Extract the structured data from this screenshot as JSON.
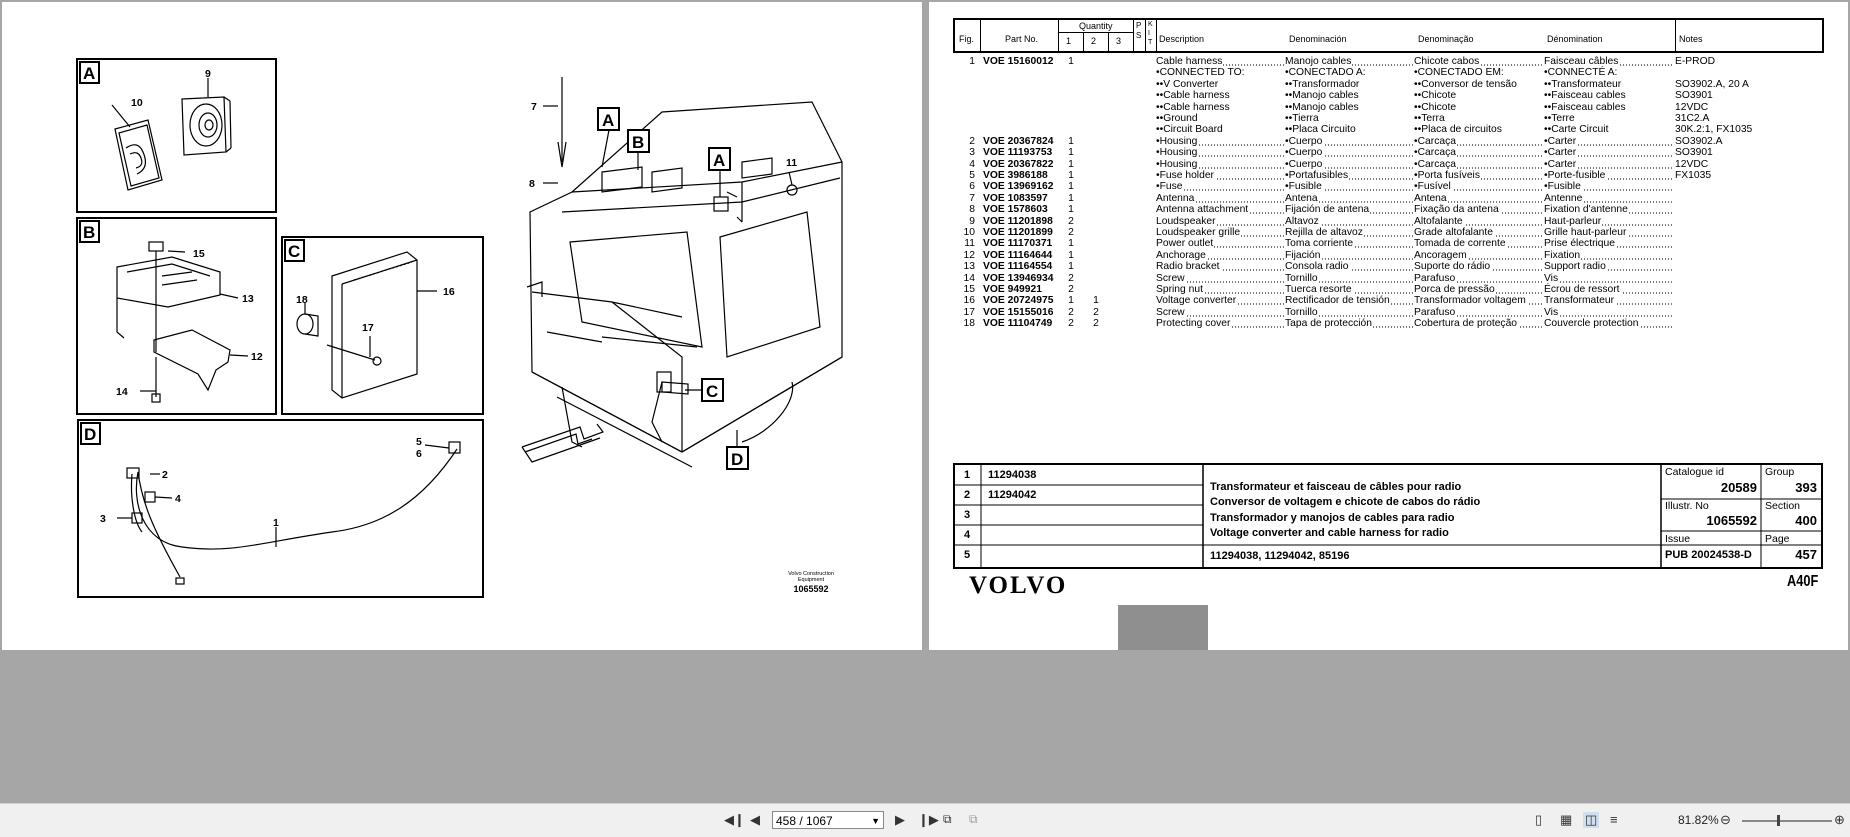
{
  "left_page": {
    "callouts": {
      "panel_A": "A",
      "panel_B": "B",
      "panel_C": "C",
      "panel_D": "D",
      "cab_A1": "A",
      "cab_B": "B",
      "cab_A2": "A",
      "cab_C": "C",
      "cab_D": "D",
      "n7": "7",
      "n8": "8",
      "n11": "11",
      "n9": "9",
      "n10": "10",
      "n15": "15",
      "n13": "13",
      "n12": "12",
      "n14": "14",
      "n18": "18",
      "n17": "17",
      "n16": "16",
      "n5": "5",
      "n6": "6",
      "n2": "2",
      "n4": "4",
      "n3": "3",
      "n1": "1"
    },
    "credit_line1": "Volvo Construction",
    "credit_line2": "Equipment",
    "drawing_no": "1065592"
  },
  "table": {
    "headers": {
      "fig": "Fig.",
      "part_no": "Part No.",
      "quantity": "Quantity",
      "q1": "1",
      "q2": "2",
      "q3": "3",
      "ps": "P S",
      "kit": "K I T",
      "description": "Description",
      "denominacion": "Denominación",
      "denominacao": "Denominação",
      "denomination": "Dénomination",
      "notes": "Notes"
    },
    "rows": [
      {
        "fig": "1",
        "pn": "VOE 15160012",
        "q1": "1",
        "q2": "",
        "q3": "",
        "d": "Cable harness",
        "den": "Manojo cables",
        "dp": "Chicote cabos",
        "df": "Faisceau câbles",
        "n": "E-PROD"
      },
      {
        "fig": "",
        "pn": "",
        "q1": "",
        "q2": "",
        "q3": "",
        "d": "•CONNECTED TO:",
        "den": "•CONECTADO A:",
        "dp": "•CONECTADO EM:",
        "df": "•CONNECTÉ A:",
        "n": ""
      },
      {
        "fig": "",
        "pn": "",
        "q1": "",
        "q2": "",
        "q3": "",
        "d": "••V Converter",
        "den": "••Transformador",
        "dp": "••Conversor de tensão",
        "df": "••Transformateur",
        "n": "SO3902.A, 20 A"
      },
      {
        "fig": "",
        "pn": "",
        "q1": "",
        "q2": "",
        "q3": "",
        "d": "••Cable harness",
        "den": "••Manojo cables",
        "dp": "••Chicote",
        "df": "••Faisceau cables",
        "n": "SO3901"
      },
      {
        "fig": "",
        "pn": "",
        "q1": "",
        "q2": "",
        "q3": "",
        "d": "••Cable harness",
        "den": "••Manojo cables",
        "dp": "••Chicote",
        "df": "••Faisceau cables",
        "n": "12VDC"
      },
      {
        "fig": "",
        "pn": "",
        "q1": "",
        "q2": "",
        "q3": "",
        "d": "••Ground",
        "den": "••Tierra",
        "dp": "••Terra",
        "df": "••Terre",
        "n": "31C2.A"
      },
      {
        "fig": "",
        "pn": "",
        "q1": "",
        "q2": "",
        "q3": "",
        "d": "••Circuit Board",
        "den": "••Placa Circuito",
        "dp": "••Placa de circuitos",
        "df": "••Carte Circuit",
        "n": "30K.2:1, FX1035"
      },
      {
        "fig": "2",
        "pn": "VOE 20367824",
        "q1": "1",
        "q2": "",
        "q3": "",
        "d": "•Housing",
        "den": "•Cuerpo",
        "dp": "•Carcaça",
        "df": "•Carter",
        "n": "SO3902.A",
        "dots": true
      },
      {
        "fig": "3",
        "pn": "VOE 11193753",
        "q1": "1",
        "q2": "",
        "q3": "",
        "d": "•Housing",
        "den": "•Cuerpo",
        "dp": "•Carcaça",
        "df": "•Carter",
        "n": "SO3901",
        "dots": true
      },
      {
        "fig": "4",
        "pn": "VOE 20367822",
        "q1": "1",
        "q2": "",
        "q3": "",
        "d": "•Housing",
        "den": "•Cuerpo",
        "dp": "•Carcaça",
        "df": "•Carter",
        "n": "12VDC",
        "dots": true
      },
      {
        "fig": "5",
        "pn": "VOE 3986188",
        "q1": "1",
        "q2": "",
        "q3": "",
        "d": "•Fuse holder",
        "den": "•Portafusibles",
        "dp": "•Porta fusíveis",
        "df": "•Porte-fusible",
        "n": "FX1035",
        "dots": true
      },
      {
        "fig": "6",
        "pn": "VOE 13969162",
        "q1": "1",
        "q2": "",
        "q3": "",
        "d": "•Fuse",
        "den": "•Fusible",
        "dp": "•Fusível",
        "df": "•Fusible",
        "n": "",
        "dots": true
      },
      {
        "fig": "7",
        "pn": "VOE 1083597",
        "q1": "1",
        "q2": "",
        "q3": "",
        "d": "Antenna",
        "den": "Antena",
        "dp": "Antena",
        "df": "Antenne",
        "n": "",
        "dots": true
      },
      {
        "fig": "8",
        "pn": "VOE 1578603",
        "q1": "1",
        "q2": "",
        "q3": "",
        "d": "Antenna attachment",
        "den": "Fijación de antena",
        "dp": "Fixação da antena",
        "df": "Fixation d'antenne",
        "n": "",
        "dots": true
      },
      {
        "fig": "9",
        "pn": "VOE 11201898",
        "q1": "2",
        "q2": "",
        "q3": "",
        "d": "Loudspeaker",
        "den": "Altavoz",
        "dp": "Altofalante",
        "df": "Haut-parleur",
        "n": "",
        "dots": true
      },
      {
        "fig": "10",
        "pn": "VOE 11201899",
        "q1": "2",
        "q2": "",
        "q3": "",
        "d": "Loudspeaker grille",
        "den": "Rejilla de altavoz",
        "dp": "Grade altofalante",
        "df": "Grille haut-parleur",
        "n": "",
        "dots": true
      },
      {
        "fig": "11",
        "pn": "VOE 11170371",
        "q1": "1",
        "q2": "",
        "q3": "",
        "d": "Power outlet",
        "den": "Toma corriente",
        "dp": "Tomada de corrente",
        "df": "Prise électrique",
        "n": "",
        "dots": true
      },
      {
        "fig": "12",
        "pn": "VOE 11164644",
        "q1": "1",
        "q2": "",
        "q3": "",
        "d": "Anchorage",
        "den": "Fijación",
        "dp": "Ancoragem",
        "df": "Fixation",
        "n": "",
        "dots": true
      },
      {
        "fig": "13",
        "pn": "VOE 11164554",
        "q1": "1",
        "q2": "",
        "q3": "",
        "d": "Radio bracket",
        "den": "Consola radio",
        "dp": "Suporte do rádio",
        "df": "Support radio",
        "n": "",
        "dots": true
      },
      {
        "fig": "14",
        "pn": "VOE 13946934",
        "q1": "2",
        "q2": "",
        "q3": "",
        "d": "Screw",
        "den": "Tornillo",
        "dp": "Parafuso",
        "df": "Vis",
        "n": "",
        "dots": true
      },
      {
        "fig": "15",
        "pn": "VOE 949921",
        "q1": "2",
        "q2": "",
        "q3": "",
        "d": "Spring nut",
        "den": "Tuerca resorte",
        "dp": "Porca de pressão",
        "df": "Écrou de ressort",
        "n": "",
        "dots": true
      },
      {
        "fig": "16",
        "pn": "VOE 20724975",
        "q1": "1",
        "q2": "1",
        "q3": "",
        "d": "Voltage converter",
        "den": "Rectificador de tensión",
        "dp": "Transformador voltagem",
        "df": "Transformateur",
        "n": "",
        "dots": true
      },
      {
        "fig": "17",
        "pn": "VOE 15155016",
        "q1": "2",
        "q2": "2",
        "q3": "",
        "d": "Screw",
        "den": "Tornillo",
        "dp": "Parafuso",
        "df": "Vis",
        "n": "",
        "dots": true
      },
      {
        "fig": "18",
        "pn": "VOE 11104749",
        "q1": "2",
        "q2": "2",
        "q3": "",
        "d": "Protecting cover",
        "den": "Tapa de protección",
        "dp": "Cobertura de proteção",
        "df": "Couvercle protection",
        "n": "",
        "dots": true
      }
    ]
  },
  "title_block": {
    "rows": [
      {
        "idx": "1",
        "num": "11294038"
      },
      {
        "idx": "2",
        "num": "11294042"
      },
      {
        "idx": "3",
        "num": ""
      },
      {
        "idx": "4",
        "num": ""
      },
      {
        "idx": "5",
        "num": ""
      }
    ],
    "title_fr": "Transformateur et faisceau de câbles pour radio",
    "title_pt": "Conversor de voltagem e chicote de cabos do rádio",
    "title_es": "Transformador y manojos de cables para radio",
    "title_en": "Voltage converter and cable harness for radio",
    "refs": "11294038, 11294042, 85196",
    "catalogue_label": "Catalogue id",
    "catalogue_value": "20589",
    "group_label": "Group",
    "group_value": "393",
    "illustr_label": "Illustr. No",
    "illustr_value": "1065592",
    "section_label": "Section",
    "section_value": "400",
    "issue_label": "Issue",
    "issue_value": "PUB 20024538-D",
    "page_label": "Page",
    "page_value": "457"
  },
  "brand": "VOLVO",
  "model": "A40F",
  "toolbar": {
    "page_indicator": "458 / 1067",
    "zoom": "81.82%"
  }
}
